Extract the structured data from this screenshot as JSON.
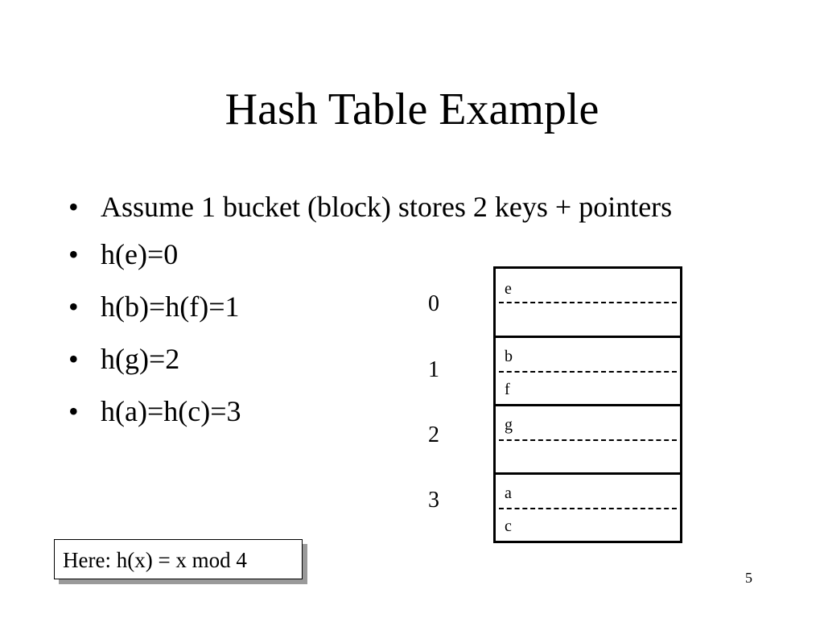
{
  "title": "Hash Table Example",
  "bullets": [
    "Assume 1 bucket (block) stores 2 keys + pointers",
    "h(e)=0",
    "h(b)=h(f)=1",
    "h(g)=2",
    "h(a)=h(c)=3"
  ],
  "bullet_symbol": "•",
  "buckets": [
    {
      "index": "0",
      "keys": [
        "e",
        ""
      ]
    },
    {
      "index": "1",
      "keys": [
        "b",
        "f"
      ]
    },
    {
      "index": "2",
      "keys": [
        "g",
        ""
      ]
    },
    {
      "index": "3",
      "keys": [
        "a",
        "c"
      ]
    }
  ],
  "note": "Here: h(x) = x mod 4",
  "page_number": "5"
}
